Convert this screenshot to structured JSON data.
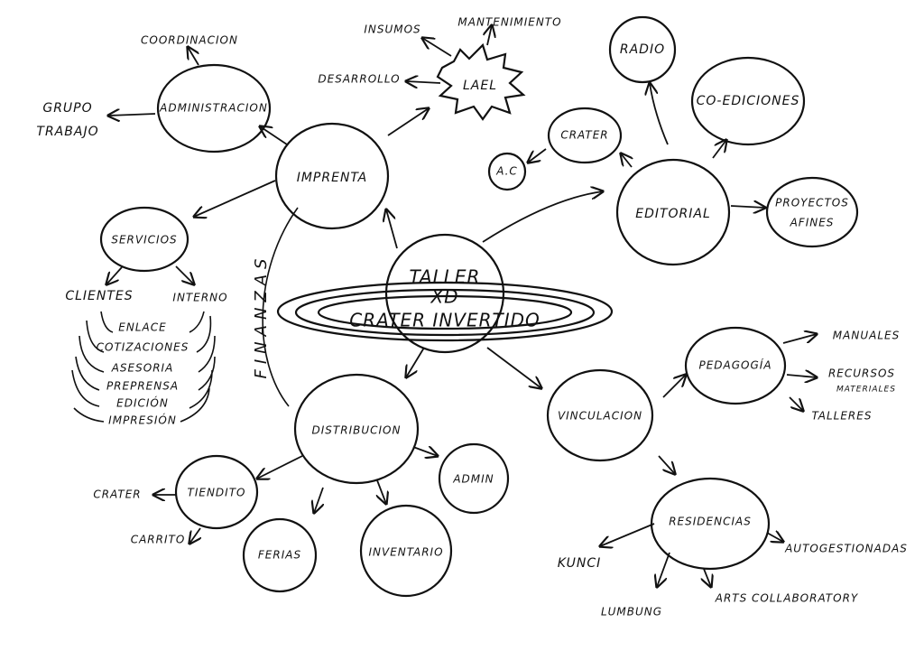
{
  "center": {
    "line1": "TALLER",
    "line2": "XD",
    "line3": "CRATER INVERTIDO"
  },
  "side_label": "FINANZAS",
  "imprenta": {
    "label": "IMPRENTA",
    "administracion": {
      "label": "ADMINISTRACION",
      "children": [
        "COORDINACION",
        "GRUPO",
        "TRABAJO"
      ]
    },
    "lael": {
      "label": "LAEL",
      "children": [
        "INSUMOS",
        "MANTENIMIENTO",
        "DESARROLLO"
      ]
    },
    "servicios": {
      "label": "SERVICIOS",
      "children": [
        "CLIENTES",
        "INTERNO"
      ],
      "list": [
        "ENLACE",
        "COTIZACIONES",
        "ASESORIA",
        "PREPRENSA",
        "EDICIÓN",
        "IMPRESIÓN"
      ]
    }
  },
  "editorial": {
    "label": "EDITORIAL",
    "children": [
      "RADIO",
      "CO-EDICIONES",
      "CRATER",
      "A.C",
      "PROYECTOS",
      "AFINES"
    ]
  },
  "distribucion": {
    "label": "DISTRIBUCION",
    "tiendito": "TIENDITO",
    "tiendito_children": [
      "CRATER",
      "CARRITO"
    ],
    "children": [
      "FERIAS",
      "INVENTARIO",
      "ADMIN"
    ]
  },
  "vinculacion": {
    "label": "VINCULACION",
    "pedagogia": {
      "label": "PEDAGOGÍA",
      "children": [
        "MANUALES",
        "RECURSOS",
        "MATERIALES",
        "TALLERES"
      ]
    },
    "residencias": {
      "label": "RESIDENCIAS",
      "children": [
        "KUNCI",
        "LUMBUNG",
        "ARTS COLLABORATORY",
        "AUTOGESTIONADAS"
      ]
    }
  }
}
